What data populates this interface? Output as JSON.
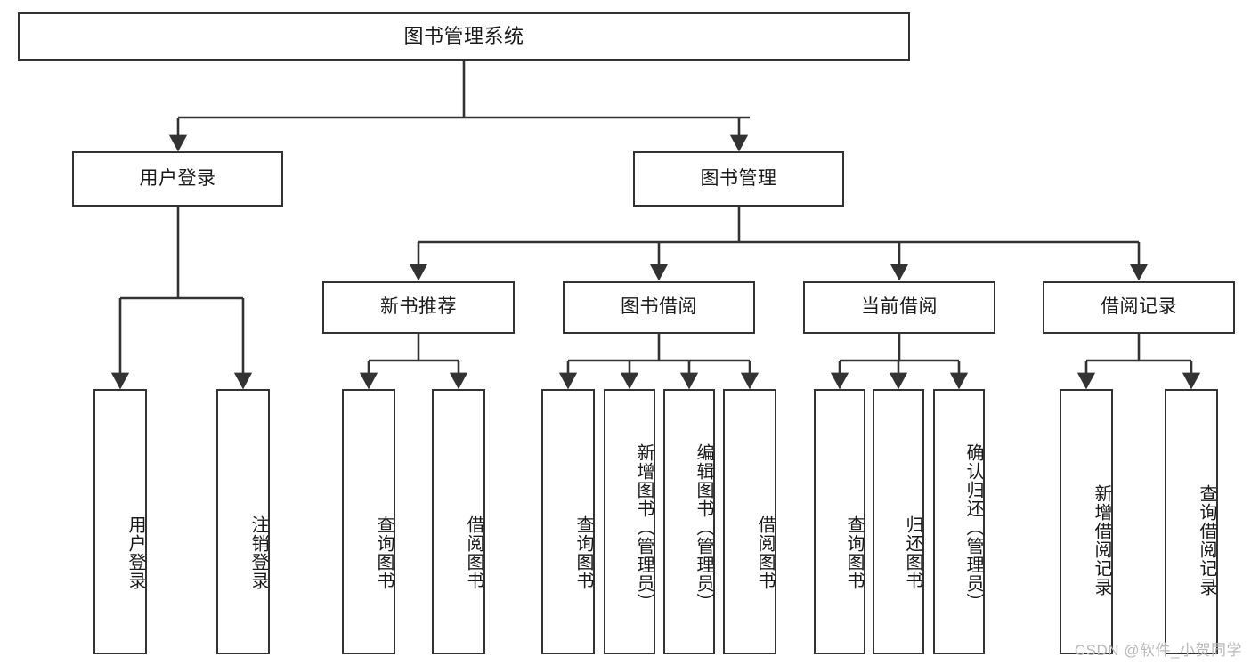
{
  "diagram": {
    "type": "tree-hierarchy",
    "title": "图书管理系统",
    "watermark": "CSDN @软件_小贺同学",
    "colors": {
      "box_border": "#333333",
      "box_fill": "#ffffff",
      "edge": "#333333",
      "text": "#1a1a1a",
      "watermark": "#b9b9b9",
      "background": "#ffffff"
    },
    "levels": {
      "level1": [
        {
          "id": "root",
          "label": "图书管理系统",
          "orientation": "horizontal"
        }
      ],
      "level2": [
        {
          "id": "user-login",
          "label": "用户登录",
          "orientation": "horizontal",
          "parent": "root"
        },
        {
          "id": "book-admin",
          "label": "图书管理",
          "orientation": "horizontal",
          "parent": "root"
        }
      ],
      "level3": [
        {
          "id": "new-book-rec",
          "label": "新书推荐",
          "orientation": "horizontal",
          "parent": "book-admin"
        },
        {
          "id": "book-borrow",
          "label": "图书借阅",
          "orientation": "horizontal",
          "parent": "book-admin"
        },
        {
          "id": "current-borrow",
          "label": "当前借阅",
          "orientation": "horizontal",
          "parent": "book-admin"
        },
        {
          "id": "borrow-record",
          "label": "借阅记录",
          "orientation": "horizontal",
          "parent": "book-admin"
        }
      ],
      "leaves": [
        {
          "id": "leaf-user-login",
          "label": "用户登录",
          "orientation": "vertical",
          "parent": "user-login"
        },
        {
          "id": "leaf-user-logout",
          "label": "注销登录",
          "orientation": "vertical",
          "parent": "user-login"
        },
        {
          "id": "leaf-query-book-1",
          "label": "查询图书",
          "orientation": "vertical",
          "parent": "new-book-rec"
        },
        {
          "id": "leaf-borrow-book-1",
          "label": "借阅图书",
          "orientation": "vertical",
          "parent": "new-book-rec"
        },
        {
          "id": "leaf-query-book-2",
          "label": "查询图书",
          "orientation": "vertical",
          "parent": "book-borrow"
        },
        {
          "id": "leaf-add-book",
          "label": "新增图书（管理员）",
          "orientation": "vertical",
          "parent": "book-borrow"
        },
        {
          "id": "leaf-edit-book",
          "label": "编辑图书（管理员）",
          "orientation": "vertical",
          "parent": "book-borrow"
        },
        {
          "id": "leaf-borrow-book-2",
          "label": "借阅图书",
          "orientation": "vertical",
          "parent": "book-borrow"
        },
        {
          "id": "leaf-query-book-3",
          "label": "查询图书",
          "orientation": "vertical",
          "parent": "current-borrow"
        },
        {
          "id": "leaf-return-book",
          "label": "归还图书",
          "orientation": "vertical",
          "parent": "current-borrow"
        },
        {
          "id": "leaf-confirm-return",
          "label": "确认归还（管理员）",
          "orientation": "vertical",
          "parent": "current-borrow"
        },
        {
          "id": "leaf-add-record",
          "label": "新增借阅记录",
          "orientation": "vertical",
          "parent": "borrow-record"
        },
        {
          "id": "leaf-query-record",
          "label": "查询借阅记录",
          "orientation": "vertical",
          "parent": "borrow-record"
        }
      ]
    }
  }
}
